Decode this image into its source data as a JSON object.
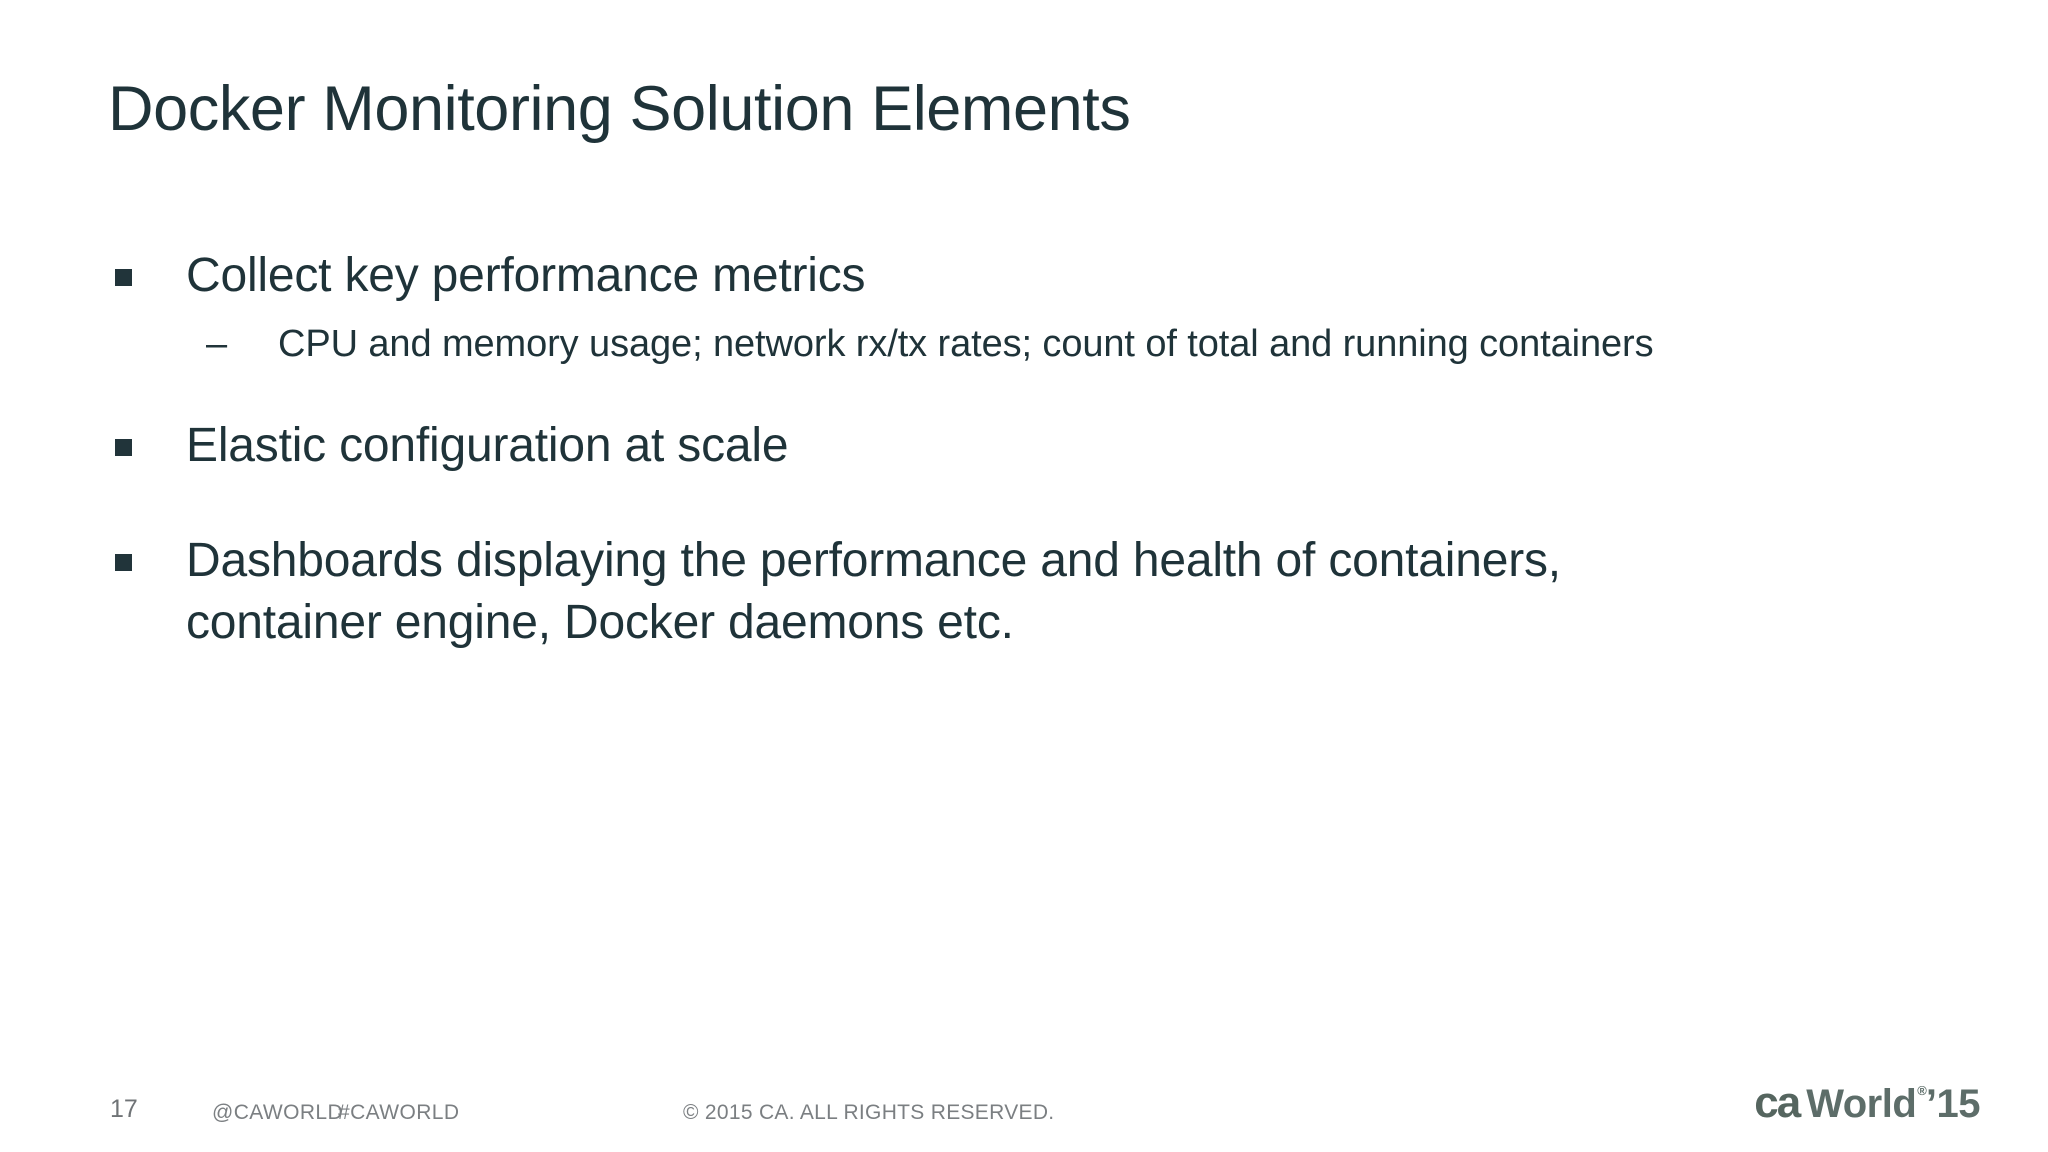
{
  "slide": {
    "title": "Docker Monitoring Solution Elements",
    "background_color": "#ffffff",
    "text_color": "#1f3339",
    "accent_color": "#21343a",
    "footer_text_color": "#7b7f82",
    "logo_color": "#5d6d69"
  },
  "body": {
    "bullets": [
      {
        "level": 1,
        "marker": "square-bullet",
        "text": "Collect key performance metrics"
      },
      {
        "level": 2,
        "marker": "dash-bullet",
        "marker_glyph": "–",
        "text": "CPU and memory usage; network rx/tx rates; count of total and running containers"
      },
      {
        "level": 1,
        "marker": "square-bullet",
        "text": "Elastic configuration at scale"
      },
      {
        "level": 1,
        "marker": "square-bullet",
        "text": "Dashboards displaying the performance and health of containers, container engine, Docker daemons etc."
      }
    ]
  },
  "footer": {
    "page_number": "17",
    "twitter_handle": "@CAWORLD",
    "hashtag": "#CAWORLD",
    "copyright": "© 2015 CA. ALL RIGHTS RESERVED."
  },
  "logo": {
    "ca": "ca",
    "world": "World",
    "registered_mark": "®",
    "year": "’15"
  }
}
